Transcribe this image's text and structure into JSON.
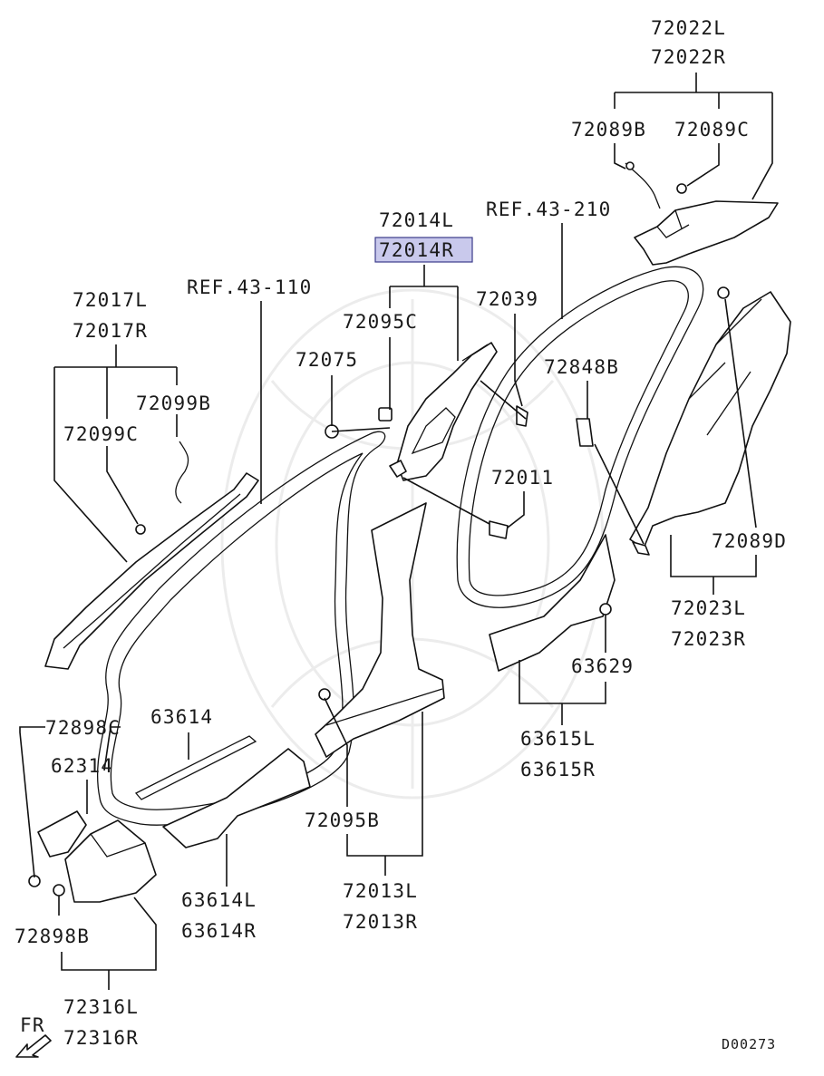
{
  "diagram": {
    "code": "D00273",
    "direction": "FR",
    "highlight_color": "#c9c9ec",
    "labels": {
      "p72022L": "72022L",
      "p72022R": "72022R",
      "p72089B": "72089B",
      "p72089C": "72089C",
      "ref43210": "REF.43-210",
      "p72014L": "72014L",
      "p72014R": "72014R",
      "p72017L": "72017L",
      "p72017R": "72017R",
      "ref43110": "REF.43-110",
      "p72039": "72039",
      "p72095C": "72095C",
      "p72075": "72075",
      "p72848B": "72848B",
      "p72099B": "72099B",
      "p72099C": "72099C",
      "p72011": "72011",
      "p72089D": "72089D",
      "p72023L": "72023L",
      "p72023R": "72023R",
      "p63629": "63629",
      "p72898C": "72898C",
      "p63614": "63614",
      "p63615L": "63615L",
      "p63615R": "63615R",
      "p62314": "62314",
      "p72095B": "72095B",
      "p63614L": "63614L",
      "p63614R": "63614R",
      "p72013L": "72013L",
      "p72013R": "72013R",
      "p72898B": "72898B",
      "p72316L": "72316L",
      "p72316R": "72316R"
    }
  }
}
